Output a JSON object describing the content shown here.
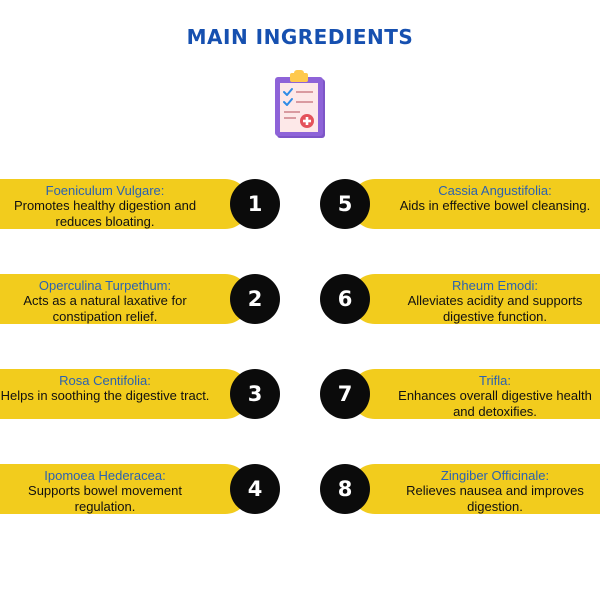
{
  "title": "MAIN INGREDIENTS",
  "header_icon": "medical-clipboard-icon",
  "colors": {
    "title": "#1650b0",
    "card": "#f2cc1d",
    "ingredient_name": "#2c62b0",
    "number_badge": "#0b0b0b"
  },
  "ingredients": [
    {
      "number": "1",
      "name": "Foeniculum Vulgare:",
      "description": "Promotes healthy digestion and reduces bloating."
    },
    {
      "number": "2",
      "name": "Operculina Turpethum:",
      "description": "Acts as a natural laxative for constipation relief."
    },
    {
      "number": "3",
      "name": "Rosa Centifolia:",
      "description": "Helps in soothing the digestive tract."
    },
    {
      "number": "4",
      "name": "Ipomoea Hederacea:",
      "description": "Supports bowel movement regulation."
    },
    {
      "number": "5",
      "name": "Cassia Angustifolia:",
      "description": "Aids in effective bowel cleansing."
    },
    {
      "number": "6",
      "name": "Rheum Emodi:",
      "description": "Alleviates acidity and supports digestive function."
    },
    {
      "number": "7",
      "name": "Trifla:",
      "description": "Enhances overall digestive health and detoxifies."
    },
    {
      "number": "8",
      "name": "Zingiber Officinale:",
      "description": "Relieves nausea and improves digestion."
    }
  ]
}
